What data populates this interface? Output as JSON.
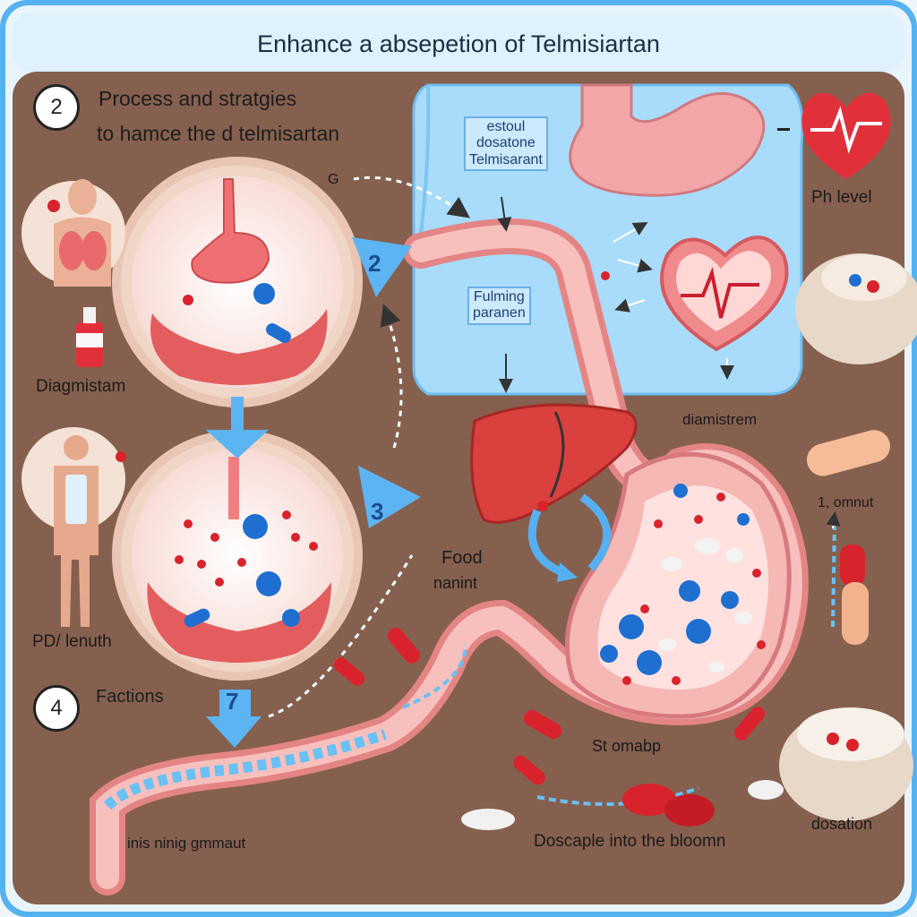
{
  "title": "Enhance a absepetion of Telmisiartan",
  "steps": [
    {
      "badge": "2",
      "heading_line1": "Process and stratgies",
      "heading_line2": "to hamce the d telmisartan"
    },
    {
      "badge": "4",
      "heading": "Factions"
    }
  ],
  "arrow_numbers": [
    "2",
    "3",
    "7"
  ],
  "small_marks": [
    "G",
    "-"
  ],
  "box_labels": {
    "top": [
      "estoul",
      "dosatone",
      "Telmisarant"
    ],
    "middle": [
      "Fulming",
      "paranen"
    ]
  },
  "labels": {
    "diagmistam": "Diagmistam",
    "pdv_lenuth": "PD/ lenuth",
    "ph_level": "Ph level",
    "diamistrem": "diamistrem",
    "omnut": "1, omnut",
    "food": "Food",
    "nanint": "nanint",
    "stomabp": "St omabp",
    "dosation": "dosation",
    "doscaple": "Doscaple into the bloomn",
    "inis": "inis ninig gmmaut"
  },
  "icons": [
    "heart-ecg-icon",
    "pill-icon",
    "capsule-icon",
    "tablet-icon",
    "stomach-icon",
    "liver-icon",
    "body-icon",
    "lungs-icon",
    "bottle-icon",
    "bowl-icon"
  ],
  "colors": {
    "frame": "#4aa8ee",
    "panel": "#86604f",
    "tissue": "#f2a6a0",
    "blue_zone": "#8fd0f8",
    "accent_red": "#d8232d",
    "accent_blue": "#1f6fd1"
  }
}
